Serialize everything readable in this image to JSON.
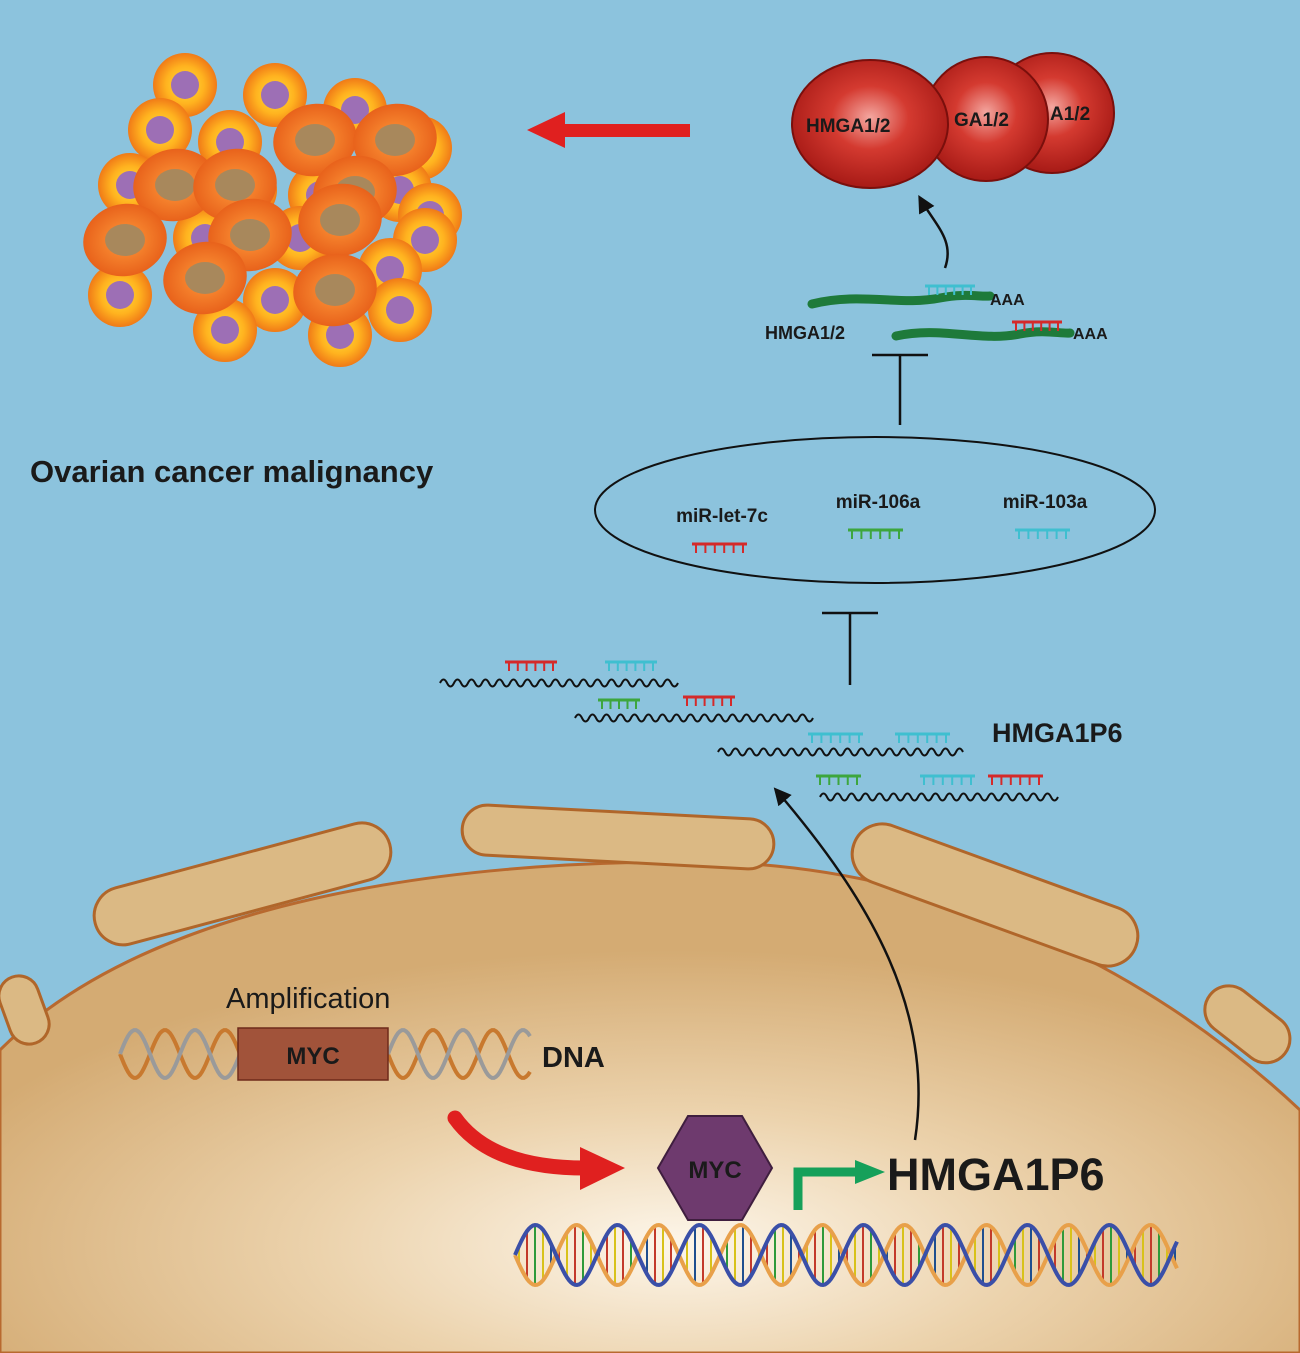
{
  "title": "Ovarian cancer malignancy",
  "labels": {
    "amplification": "Amplification",
    "myc_gene": "MYC",
    "dna": "DNA",
    "myc_protein": "MYC",
    "hmga1p6_promoter": "HMGA1P6",
    "hmga1p6_transcripts": "HMGA1P6",
    "hmga_mrna": "HMGA1/2",
    "polya_1": "AAA",
    "polya_2": "AAA",
    "protein_1": "HMGA1/2",
    "protein_2": "GA1/2",
    "protein_3": "A1/2"
  },
  "mirnas": [
    {
      "name": "miR-let-7c",
      "color": "#d42a2a"
    },
    {
      "name": "miR-106a",
      "color": "#3da63d"
    },
    {
      "name": "miR-103a",
      "color": "#3fbfd0"
    }
  ],
  "colors": {
    "background": "#8cc3dd",
    "nucleus": "#d7b07a",
    "cell_outer": "#f08a1c",
    "cell_nucleus": "#9d6fb5",
    "protein": "#c8211c",
    "mrna": "#1e7a3a",
    "arrow_red": "#e0201f",
    "arrow_green": "#16a05a",
    "myc_box": "#a1533a",
    "myc_hex": "#6e3a6e"
  },
  "icons": [
    "cancer-cell-cluster",
    "dna-helix",
    "mrna-strand",
    "mirna-comb",
    "hexagon-protein",
    "inhibition-bar",
    "arrow"
  ]
}
